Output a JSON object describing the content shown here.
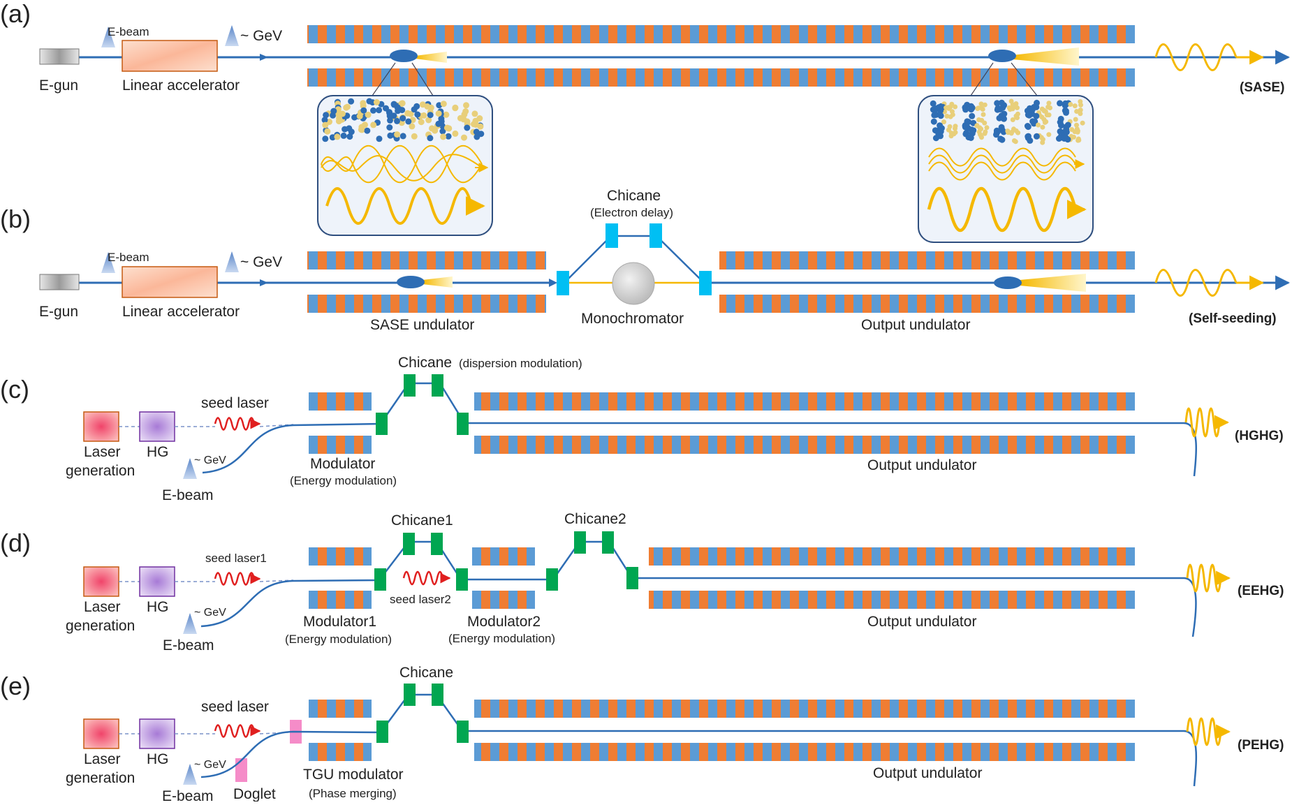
{
  "panels": {
    "a": {
      "letter": "(a)",
      "egun": "E-gun",
      "ebeam": "E-beam",
      "linac": "Linear accelerator",
      "energy": "~ GeV",
      "mode": "(SASE)"
    },
    "b": {
      "letter": "(b)",
      "egun": "E-gun",
      "ebeam": "E-beam",
      "linac": "Linear accelerator",
      "energy": "~ GeV",
      "chicane": "Chicane",
      "chicane_note": "(Electron delay)",
      "monochromator": "Monochromator",
      "sase_undulator": "SASE undulator",
      "output_undulator": "Output undulator",
      "mode": "(Self-seeding)"
    },
    "c": {
      "letter": "(c)",
      "laser_gen_1": "Laser",
      "laser_gen_2": "generation",
      "hg": "HG",
      "seed": "seed laser",
      "energy": "~ GeV",
      "ebeam": "E-beam",
      "chicane": "Chicane",
      "chicane_note": "(dispersion modulation)",
      "modulator": "Modulator",
      "modulator_note": "(Energy modulation)",
      "output_undulator": "Output undulator",
      "mode": "(HGHG)"
    },
    "d": {
      "letter": "(d)",
      "laser_gen_1": "Laser",
      "laser_gen_2": "generation",
      "hg": "HG",
      "seed1": "seed laser1",
      "seed2": "seed laser2",
      "energy": "~ GeV",
      "ebeam": "E-beam",
      "chicane1": "Chicane1",
      "chicane2": "Chicane2",
      "modulator1": "Modulator1",
      "modulator1_note": "(Energy modulation)",
      "modulator2": "Modulator2",
      "modulator2_note": "(Energy modulation)",
      "output_undulator": "Output undulator",
      "mode": "(EEHG)"
    },
    "e": {
      "letter": "(e)",
      "laser_gen_1": "Laser",
      "laser_gen_2": "generation",
      "hg": "HG",
      "seed": "seed laser",
      "energy": "~ GeV",
      "ebeam": "E-beam",
      "doglet": "Doglet",
      "chicane": "Chicane",
      "tgu": "TGU modulator",
      "tgu_note": "(Phase merging)",
      "output_undulator": "Output undulator",
      "mode": "(PEHG)"
    }
  },
  "colors": {
    "beam": "#2e6db4",
    "magnet_orange": "#ef7d33",
    "magnet_blue": "#5b9bd5",
    "chicane_green": "#00a651",
    "chicane_cyan": "#00bff3",
    "doglet_pink": "#f58cc8",
    "radiation": "#f5b800",
    "seed_red": "#e01f1f"
  }
}
